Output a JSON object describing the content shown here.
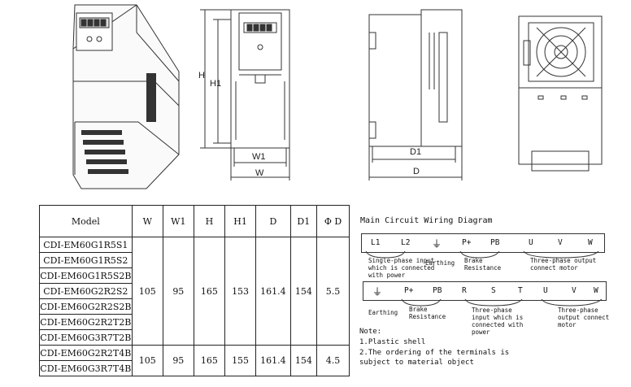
{
  "drawings": {
    "dims": {
      "H": "H",
      "H1": "H1",
      "W1": "W1",
      "W": "W",
      "D1": "D1",
      "D": "D"
    }
  },
  "table": {
    "headers": [
      "Model",
      "W",
      "W1",
      "H",
      "H1",
      "D",
      "D1",
      "Φ D"
    ],
    "groups": [
      {
        "models": [
          "CDI-EM60G1R5S1",
          "CDI-EM60G1R5S2",
          "CDI-EM60G1R5S2B",
          "CDI-EM60G2R2S2",
          "CDI-EM60G2R2S2B",
          "CDI-EM60G2R2T2B",
          "CDI-EM60G3R7T2B"
        ],
        "values": [
          "105",
          "95",
          "165",
          "153",
          "161.4",
          "154",
          "5.5"
        ]
      },
      {
        "models": [
          "CDI-EM60G2R2T4B",
          "CDI-EM60G3R7T4B"
        ],
        "values": [
          "105",
          "95",
          "165",
          "155",
          "161.4",
          "154",
          "4.5"
        ]
      }
    ]
  },
  "wiring": {
    "title": "Main Circuit Wiring Diagram",
    "row1": {
      "terminals": [
        "L1",
        "L2",
        "⏚",
        "P+",
        "PB",
        "U",
        "V",
        "W"
      ],
      "captions": [
        "Single-phase input which is connected with power",
        "Earthing",
        "Brake Resistance",
        "Three-phase output connect motor"
      ]
    },
    "row2": {
      "terminals": [
        "⏚",
        "P+",
        "PB",
        "R",
        "S",
        "T",
        "U",
        "V",
        "W"
      ],
      "captions": [
        "Earthing",
        "Brake Resistance",
        "Three-phase input which is connected with power",
        "Three-phase output connect motor"
      ]
    },
    "note_title": "Note:",
    "notes": [
      "1.Plastic shell",
      "2.The ordering of the terminals is",
      "subject to material object"
    ]
  }
}
